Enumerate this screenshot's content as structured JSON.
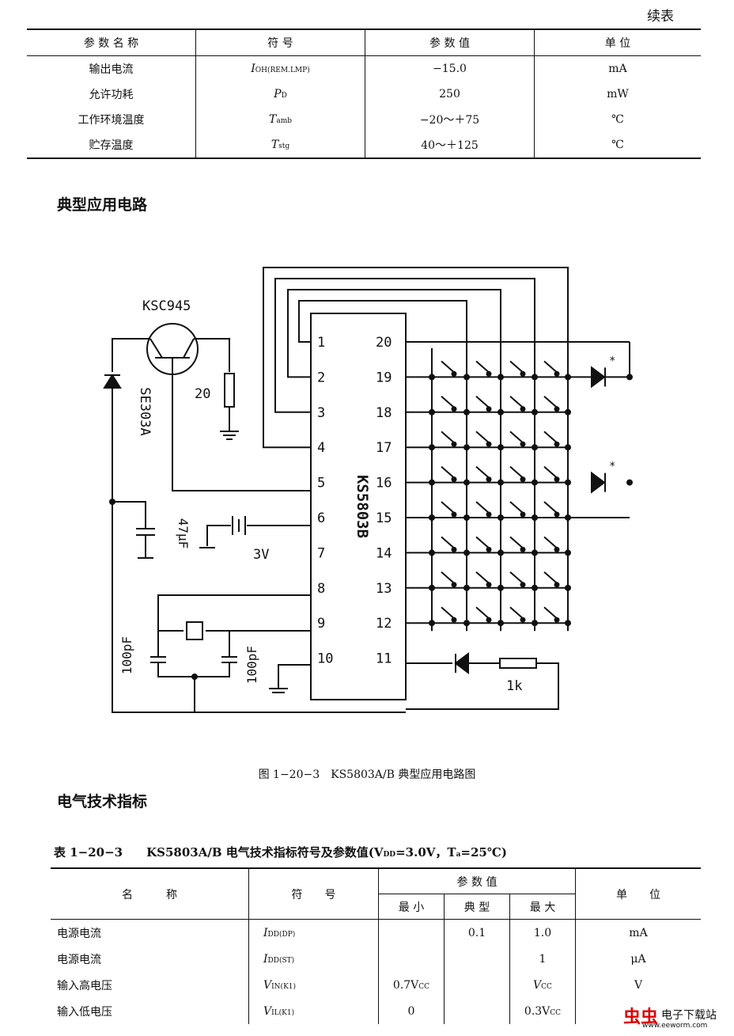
{
  "continued": "续表",
  "table1": {
    "headers": [
      "参 数 名 称",
      "符 号",
      "参 数 值",
      "单 位"
    ],
    "rows": [
      {
        "name": "输出电流",
        "sym": "I",
        "sym_sub": "OH(REM.LMP)",
        "value": "−15.0",
        "unit": "mA"
      },
      {
        "name": "允许功耗",
        "sym": "P",
        "sym_sub": "D",
        "value": "250",
        "unit": "mW"
      },
      {
        "name": "工作环境温度",
        "sym": "T",
        "sym_sub": "amb",
        "value": "−20～＋75",
        "unit": "℃"
      },
      {
        "name": "贮存温度",
        "sym": "T",
        "sym_sub": "stg",
        "value": "40～＋125",
        "unit": "℃"
      }
    ]
  },
  "section1": "典型应用电路",
  "circuit": {
    "chip": "KS5803B",
    "transistor": "KSC945",
    "ir_led": "SE303A",
    "r_emitter": "20",
    "cap_47": "47μF",
    "battery": "3V",
    "cap_100a": "100pF",
    "cap_100b": "100pF",
    "r_led": "1k",
    "star": "*",
    "pins_left": [
      "1",
      "2",
      "3",
      "4",
      "5",
      "6",
      "7",
      "8",
      "9",
      "10"
    ],
    "pins_right": [
      "20",
      "19",
      "18",
      "17",
      "16",
      "15",
      "14",
      "13",
      "12",
      "11"
    ]
  },
  "caption": "图 1−20−3　KS5803A/B 典型应用电路图",
  "section2": "电气技术指标",
  "table2": {
    "title": "表 1−20−3　　KS5803A/B 电气技术指标符号及参数值(V",
    "title_sub1": "DD",
    "title_mid": "=3.0V，T",
    "title_sub2": "a",
    "title_end": "=25℃)",
    "h_name": "名　　　称",
    "h_sym": "符　　号",
    "h_val": "参 数 值",
    "h_unit": "单　　位",
    "h_min": "最 小",
    "h_typ": "典 型",
    "h_max": "最 大",
    "rows": [
      {
        "name": "电源电流",
        "sym": "I",
        "sym_sub": "DD(DP)",
        "min": "",
        "typ": "0.1",
        "max": "1.0",
        "unit": "mA"
      },
      {
        "name": "电源电流",
        "sym": "I",
        "sym_sub": "DD(ST)",
        "min": "",
        "typ": "",
        "max": "1",
        "unit": "μA"
      },
      {
        "name": "输入高电压",
        "sym": "V",
        "sym_sub": "IN(K1)",
        "min": "0.7V",
        "min_sub": "CC",
        "typ": "",
        "max": "V",
        "max_sub": "CC",
        "unit": "V"
      },
      {
        "name": "输入低电压",
        "sym": "V",
        "sym_sub": "IL(K1)",
        "min": "0",
        "typ": "",
        "max": "0.3V",
        "max_sub": "CC",
        "unit": ""
      }
    ]
  },
  "logo": {
    "text1": "虫虫",
    "text2": "电子下载站",
    "url": "www.eeworm.com"
  }
}
